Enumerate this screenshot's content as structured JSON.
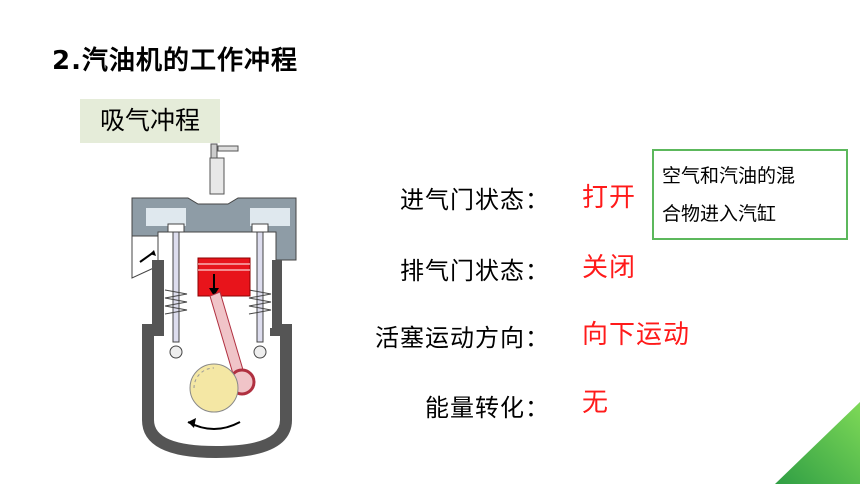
{
  "title": "2.汽油机的工作冲程",
  "stroke_name": "吸气冲程",
  "rows": [
    {
      "label": "进气门状态：",
      "value": "打开"
    },
    {
      "label": "排气门状态：",
      "value": "关闭"
    },
    {
      "label": "活塞运动方向：",
      "value": "向下运动"
    },
    {
      "label": "能量转化：",
      "value": "无"
    }
  ],
  "note": {
    "line1": "空气和汽油的混",
    "line2": "合物进入汽缸"
  },
  "colors": {
    "value_text": "#ff1a1a",
    "note_border": "#5cb85c",
    "label_bg": "#e5ecd9",
    "piston": "#e8141b",
    "corner": "#4cb84c"
  },
  "icons": [
    "engine-diagram",
    "corner-triangle-decoration"
  ]
}
